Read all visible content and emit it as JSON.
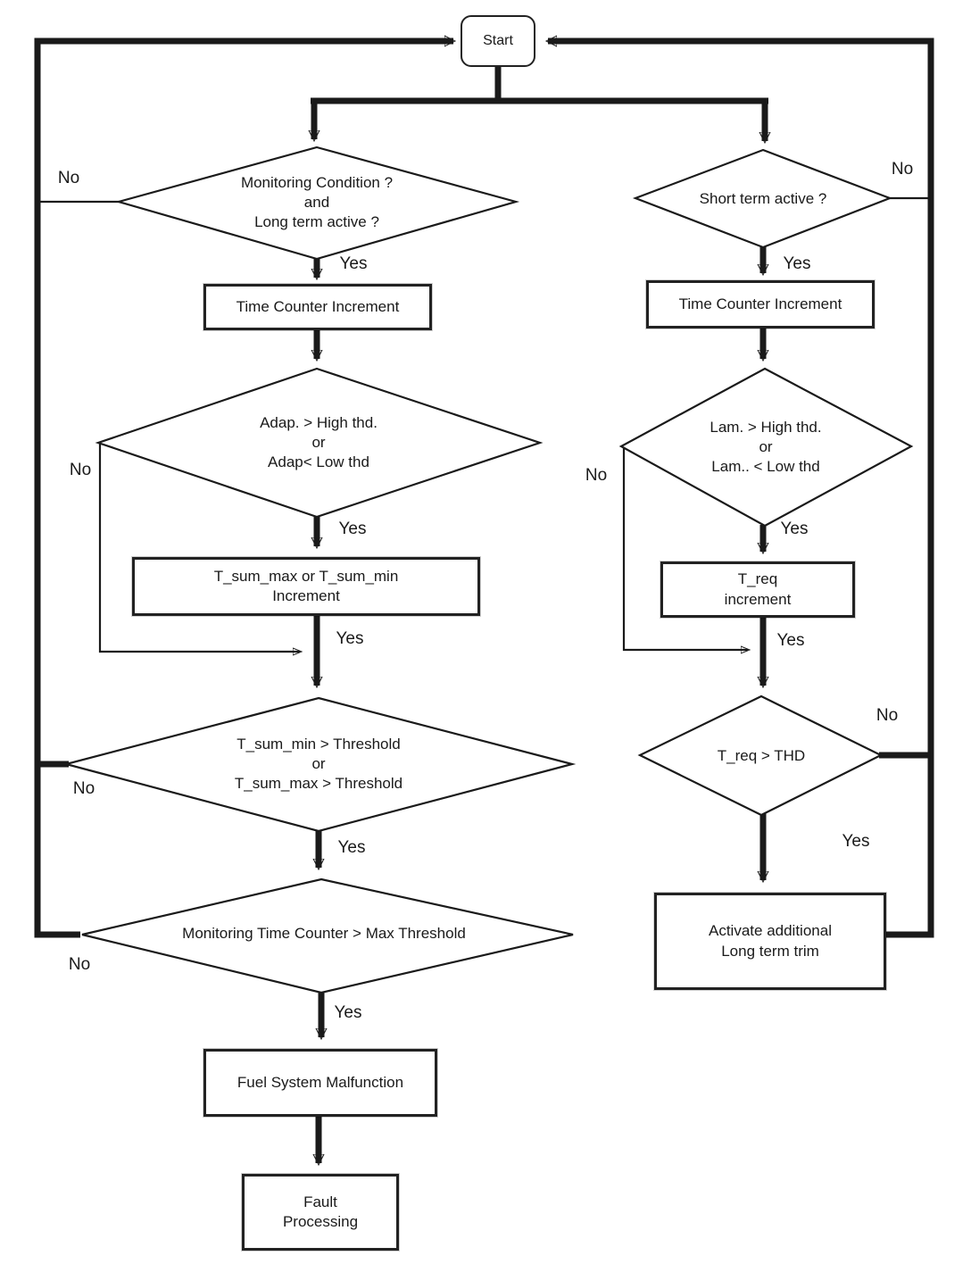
{
  "figure": {
    "type": "flowchart",
    "description": "Fuel system monitoring and fuel trim diagnostic flowchart"
  },
  "colors": {
    "ink": "#1a1a1a",
    "background": "#ffffff"
  },
  "labels": {
    "yes": "Yes",
    "no": "No"
  },
  "nodes": {
    "start": "Start",
    "left_monitoring_decision": [
      "Monitoring Condition ?",
      "and",
      "Long term active ?"
    ],
    "left_time_counter": "Time Counter Increment",
    "left_adap_decision": [
      "Adap. > High thd.",
      "or",
      "Adap< Low thd"
    ],
    "left_tsum_increment": [
      "T_sum_max or T_sum_min",
      "Increment"
    ],
    "left_tsum_threshold_decision": [
      "T_sum_min > Threshold",
      "or",
      "T_sum_max > Threshold"
    ],
    "left_monitoring_time_decision": "Monitoring Time Counter > Max Threshold",
    "left_fuel_malfunction": "Fuel System Malfunction",
    "left_fault_processing": [
      "Fault",
      "Processing"
    ],
    "right_short_term_decision": "Short term active ?",
    "right_time_counter": "Time Counter Increment",
    "right_lam_decision": [
      "Lam. > High thd.",
      "or",
      "Lam.. < Low thd"
    ],
    "right_treq_increment": [
      "T_req",
      "increment"
    ],
    "right_treq_thd_decision": "T_req > THD",
    "right_activate_trim": [
      "Activate additional",
      "Long term trim"
    ]
  }
}
